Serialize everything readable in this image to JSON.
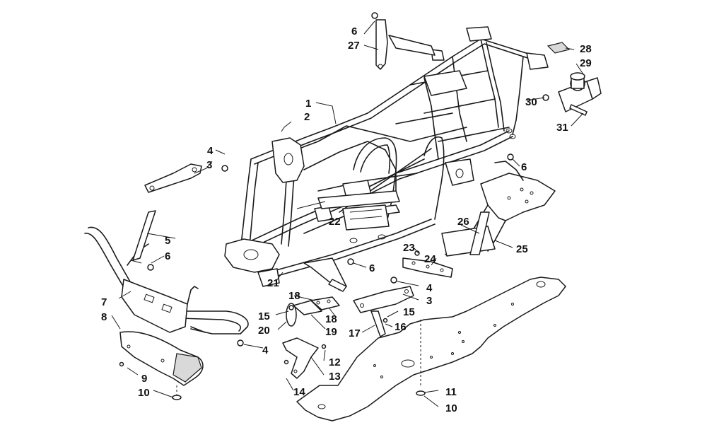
{
  "callouts": [
    {
      "id": "c1",
      "text": "1"
    },
    {
      "id": "c2",
      "text": "2"
    },
    {
      "id": "c3a",
      "text": "3"
    },
    {
      "id": "c3b",
      "text": "3"
    },
    {
      "id": "c4a",
      "text": "4"
    },
    {
      "id": "c4b",
      "text": "4"
    },
    {
      "id": "c4c",
      "text": "4"
    },
    {
      "id": "c5",
      "text": "5"
    },
    {
      "id": "c6a",
      "text": "6"
    },
    {
      "id": "c6b",
      "text": "6"
    },
    {
      "id": "c6c",
      "text": "6"
    },
    {
      "id": "c6d",
      "text": "6"
    },
    {
      "id": "c7",
      "text": "7"
    },
    {
      "id": "c8",
      "text": "8"
    },
    {
      "id": "c9",
      "text": "9"
    },
    {
      "id": "c10a",
      "text": "10"
    },
    {
      "id": "c10b",
      "text": "10"
    },
    {
      "id": "c11",
      "text": "11"
    },
    {
      "id": "c12",
      "text": "12"
    },
    {
      "id": "c13",
      "text": "13"
    },
    {
      "id": "c14",
      "text": "14"
    },
    {
      "id": "c15a",
      "text": "15"
    },
    {
      "id": "c15b",
      "text": "15"
    },
    {
      "id": "c16",
      "text": "16"
    },
    {
      "id": "c17",
      "text": "17"
    },
    {
      "id": "c18a",
      "text": "18"
    },
    {
      "id": "c18b",
      "text": "18"
    },
    {
      "id": "c19",
      "text": "19"
    },
    {
      "id": "c20",
      "text": "20"
    },
    {
      "id": "c21",
      "text": "21"
    },
    {
      "id": "c22",
      "text": "22"
    },
    {
      "id": "c23",
      "text": "23"
    },
    {
      "id": "c24",
      "text": "24"
    },
    {
      "id": "c25",
      "text": "25"
    },
    {
      "id": "c26",
      "text": "26"
    },
    {
      "id": "c27",
      "text": "27"
    },
    {
      "id": "c28",
      "text": "28"
    },
    {
      "id": "c29",
      "text": "29"
    },
    {
      "id": "c30",
      "text": "30"
    },
    {
      "id": "c31",
      "text": "31"
    }
  ],
  "parts": {
    "frame": "main-frame",
    "front_bumper": "front-bumper",
    "skid_plate": "skid-plate",
    "rear_rack_bracket": "rear-support-bracket",
    "hitch": "hitch-receiver",
    "ball": "hitch-ball"
  }
}
